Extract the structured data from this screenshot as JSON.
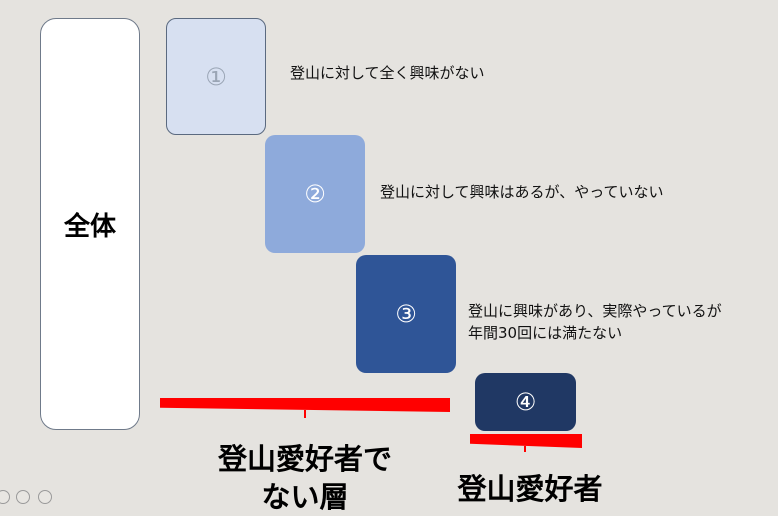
{
  "total": {
    "label": "全体"
  },
  "steps": [
    {
      "number": "①",
      "description": "登山に対して全く興味がない"
    },
    {
      "number": "②",
      "description": "登山に対して興味はあるが、やっていない"
    },
    {
      "number": "③",
      "description_line1": "登山に興味があり、実際やっているが",
      "description_line2": "年間30回には満たない"
    },
    {
      "number": "④"
    }
  ],
  "groups": {
    "non_enthusiasts": {
      "line1": "登山愛好者で",
      "line2": "ない層"
    },
    "enthusiasts": {
      "label": "登山愛好者"
    }
  },
  "colors": {
    "step1": "#d7e0f1",
    "step2": "#8eaadb",
    "step3": "#2f5597",
    "step4": "#203864",
    "bracket": "#ff0000"
  }
}
